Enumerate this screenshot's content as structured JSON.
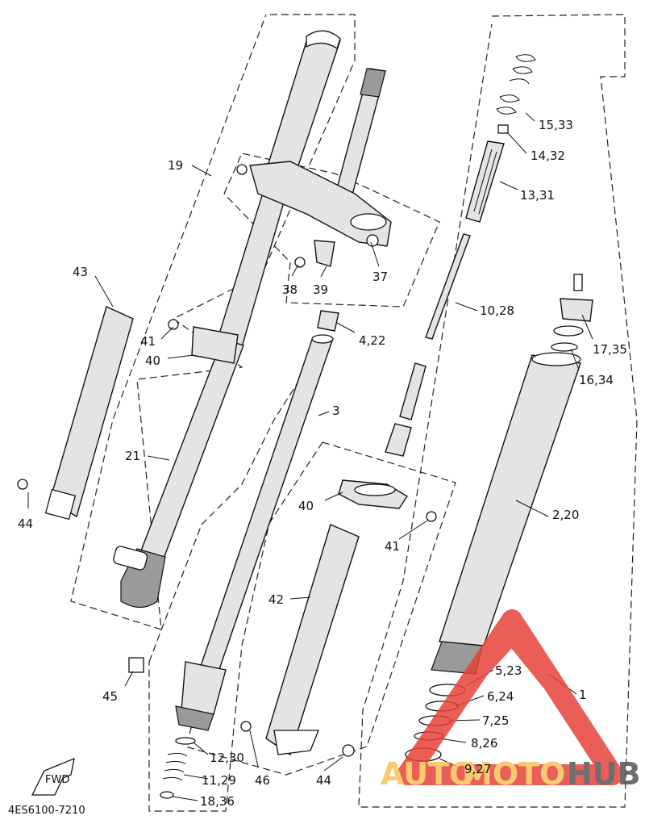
{
  "diagram": {
    "drawing_code": "4ES6100-7210",
    "fwd_label": "FWD",
    "callouts": [
      "19",
      "43",
      "41",
      "40",
      "21",
      "44",
      "37",
      "38",
      "39",
      "4,22",
      "3",
      "40",
      "41",
      "42",
      "45",
      "12,30",
      "11,29",
      "18,36",
      "46",
      "44",
      "15,33",
      "14,32",
      "13,31",
      "10,28",
      "17,35",
      "16,34",
      "2,20",
      "5,23",
      "6,24",
      "7,25",
      "8,26",
      "9,27",
      "1"
    ]
  },
  "watermark": {
    "word1": "AUTO",
    "word2": "MOTO",
    "word3": "HUB",
    "colors": {
      "triangle": "#e8413a",
      "auto": "#f7c35a",
      "hub": "#555555"
    }
  }
}
